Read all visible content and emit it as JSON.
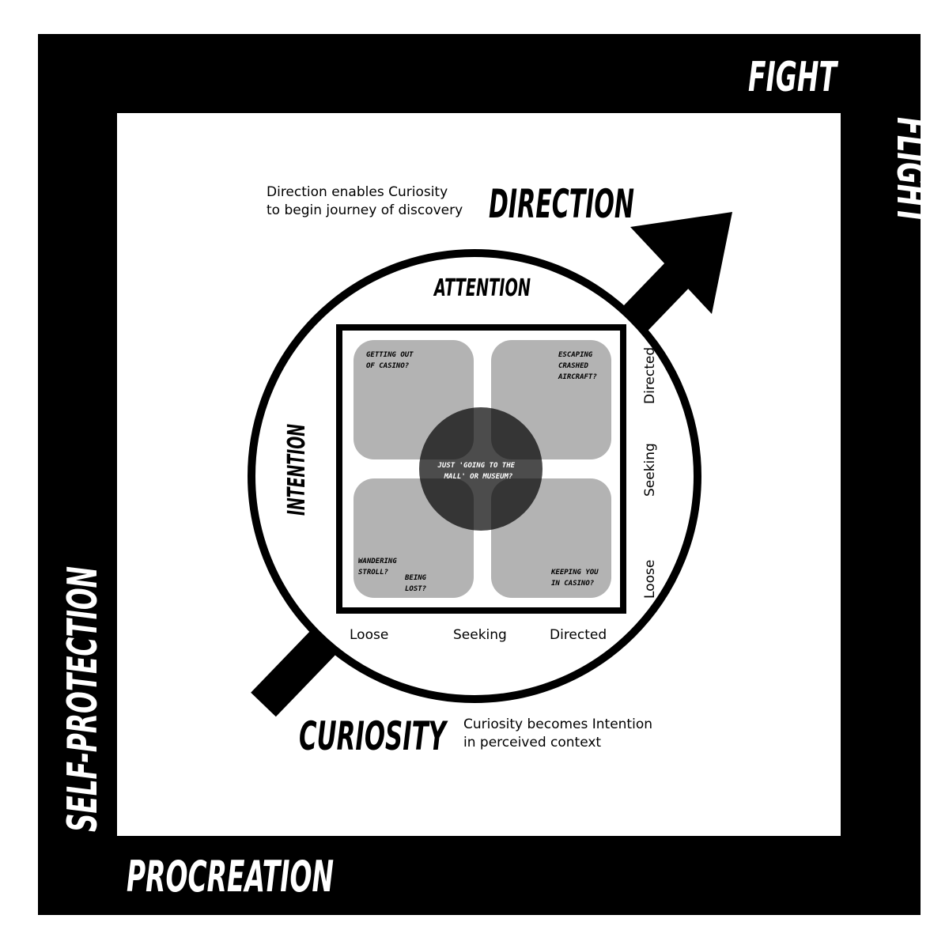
{
  "frame": {
    "top_right": "FIGHT",
    "right": "FLIGHT",
    "left": "SELF-PROTECTION",
    "bottom": "PROCREATION"
  },
  "headings": {
    "direction": "DIRECTION",
    "curiosity": "CURIOSITY",
    "attention": "ATTENTION",
    "intention": "INTENTION"
  },
  "notes": {
    "direction": [
      "Direction enables Curiosity",
      "to begin journey of discovery"
    ],
    "curiosity": [
      "Curiosity becomes Intention",
      "in perceived context"
    ]
  },
  "quadrants": {
    "top_left": [
      "GETTING OUT",
      "OF CASINO?"
    ],
    "top_right": [
      "ESCAPING",
      "CRASHED",
      "AIRCRAFT?"
    ],
    "bottom_left": [
      "WANDERING",
      "STROLL?"
    ],
    "bottom_left_extra": [
      "BEING",
      "LOST?"
    ],
    "bottom_right": [
      "KEEPING YOU",
      "IN CASINO?"
    ],
    "center": [
      "JUST 'GOING TO THE",
      "MALL' OR MUSEUM?"
    ]
  },
  "axis": {
    "x": [
      "Loose",
      "Seeking",
      "Directed"
    ],
    "y": [
      "Directed",
      "Seeking",
      "Loose"
    ]
  },
  "colors": {
    "frame": "#000000",
    "quad_fill": "#b3b3b3",
    "center_fill": "#3a3a3a"
  }
}
